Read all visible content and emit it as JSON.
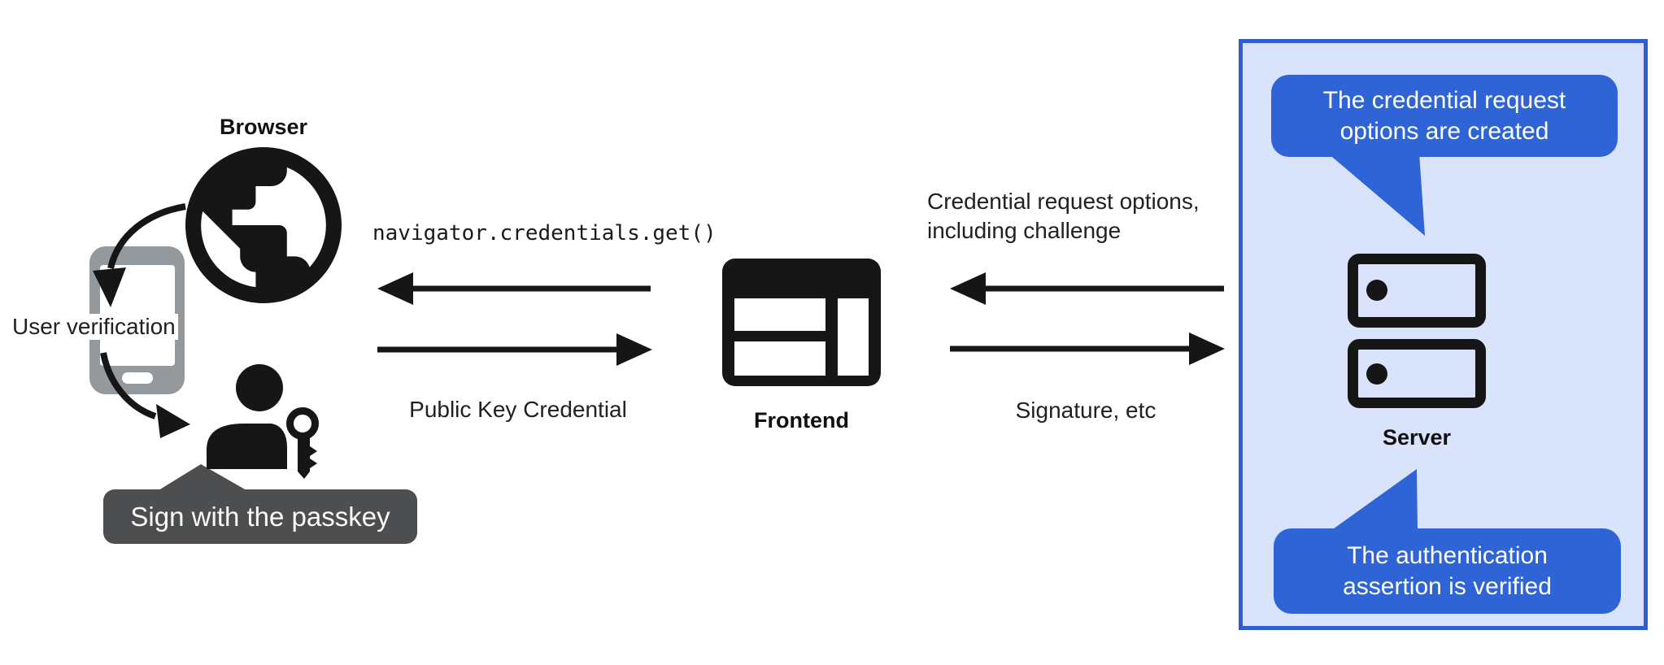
{
  "diagram": {
    "browser": {
      "label": "Browser",
      "user_verification_label": "User verification",
      "passkey_tooltip": "Sign with the passkey"
    },
    "frontend": {
      "label": "Frontend"
    },
    "server": {
      "label": "Server",
      "top_bubble_line1": "The credential request",
      "top_bubble_line2": "options are created",
      "bottom_bubble_line1": "The authentication",
      "bottom_bubble_line2": "assertion is verified"
    },
    "messages": {
      "navigator_call": "navigator.credentials.get()",
      "public_key_credential": "Public Key Credential",
      "credential_request_line1": "Credential request options,",
      "credential_request_line2": "including challenge",
      "signature": "Signature, etc"
    }
  },
  "colors": {
    "canvas_bg": "#ffffff",
    "icon_black": "#161616",
    "label_text": "#202124",
    "phone_gray": "#94999e",
    "tooltip_bg": "#4d4e50",
    "tooltip_text": "#fafafa",
    "panel_bg": "#d9e3fb",
    "panel_border": "#2e5ecf",
    "bubble_bg": "#2f64d6",
    "bubble_text": "#ffffff"
  }
}
